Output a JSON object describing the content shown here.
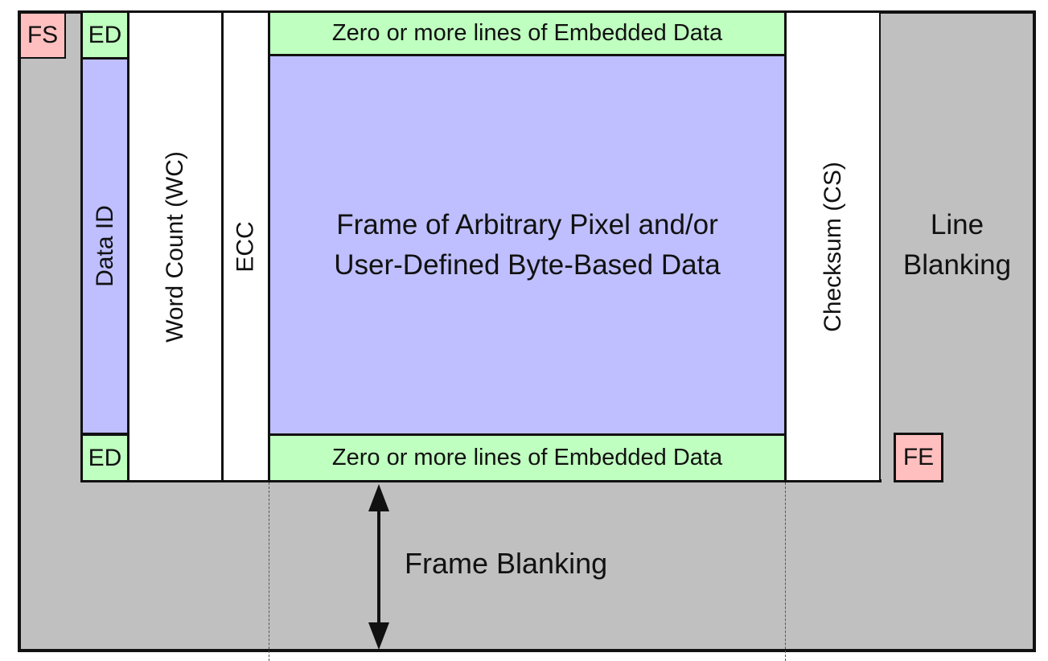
{
  "labels": {
    "fs": "FS",
    "fe": "FE",
    "ed_top": "ED",
    "ed_bottom": "ED",
    "data_id": "Data ID",
    "word_count": "Word Count (WC)",
    "ecc": "ECC",
    "embedded_top": "Zero or more lines of Embedded Data",
    "embedded_bottom": "Zero or more lines of Embedded Data",
    "payload_line1": "Frame of Arbitrary Pixel and/or",
    "payload_line2": "User-Defined Byte-Based Data",
    "checksum": "Checksum (CS)",
    "line_blanking_1": "Line",
    "line_blanking_2": "Blanking",
    "frame_blanking": "Frame Blanking"
  },
  "colors": {
    "blanking": "#c0c0c0",
    "embedded": "#bfffbf",
    "payload": "#bfbfff",
    "marker": "#ffbfbf",
    "header": "#ffffff"
  }
}
